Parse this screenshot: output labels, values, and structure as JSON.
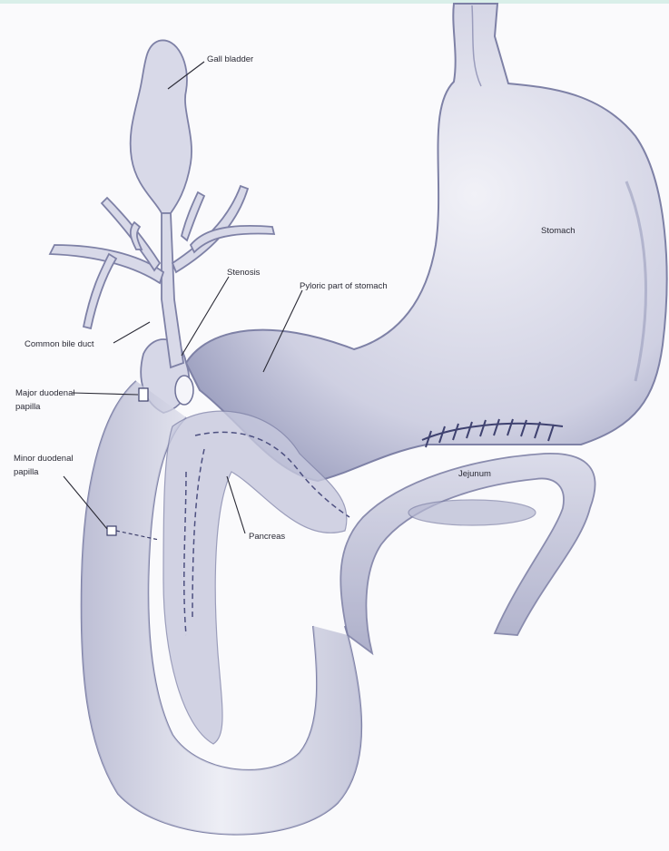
{
  "labels": {
    "gall_bladder": "Gall bladder",
    "stomach": "Stomach",
    "stenosis": "Stenosis",
    "pyloric": "Pyloric part of stomach",
    "common_bile_duct": "Common bile duct",
    "major_papilla_1": "Major duodenal",
    "major_papilla_2": "papilla",
    "minor_papilla_1": "Minor duodenal",
    "minor_papilla_2": "papilla",
    "jejunum": "Jejunum",
    "pancreas": "Pancreas"
  },
  "colors": {
    "pencil": "#8d90b3",
    "pencil_dark": "#5d6089",
    "shade": "#c4c6dc",
    "paper": "#fafafc",
    "accent_bar": "#d9efe9"
  }
}
